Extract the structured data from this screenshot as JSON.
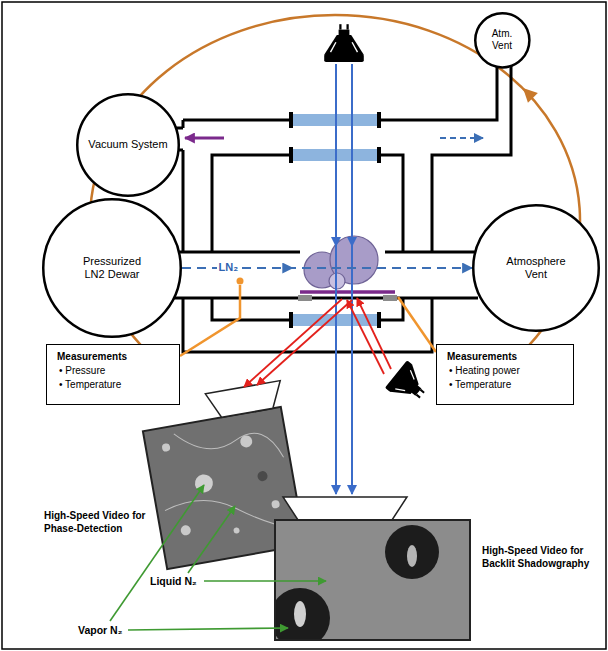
{
  "diagram": {
    "nodes": [
      {
        "text": [
          "Atm. Vent"
        ]
      },
      {
        "text": [
          "Vacuum System"
        ]
      },
      {
        "text": [
          "Pressurized LN2 Dewar"
        ]
      },
      {
        "text": [
          "Atmosphere Vent"
        ]
      },
      {
        "text": [
          "Measurements",
          "• Pressure",
          "• Temperature"
        ]
      },
      {
        "text": [
          "Measurements",
          "• Heating power",
          "• Temperature"
        ]
      }
    ],
    "edges": [
      {
        "from": 2,
        "to": 3,
        "arrow": "to",
        "label": "LN₂"
      }
    ],
    "labels": [
      "High-Speed Video for Phase-Detection",
      "High-Speed Video for Backlit Shadowgraphy",
      "Liquid N₂",
      "Vapor N₂"
    ]
  }
}
